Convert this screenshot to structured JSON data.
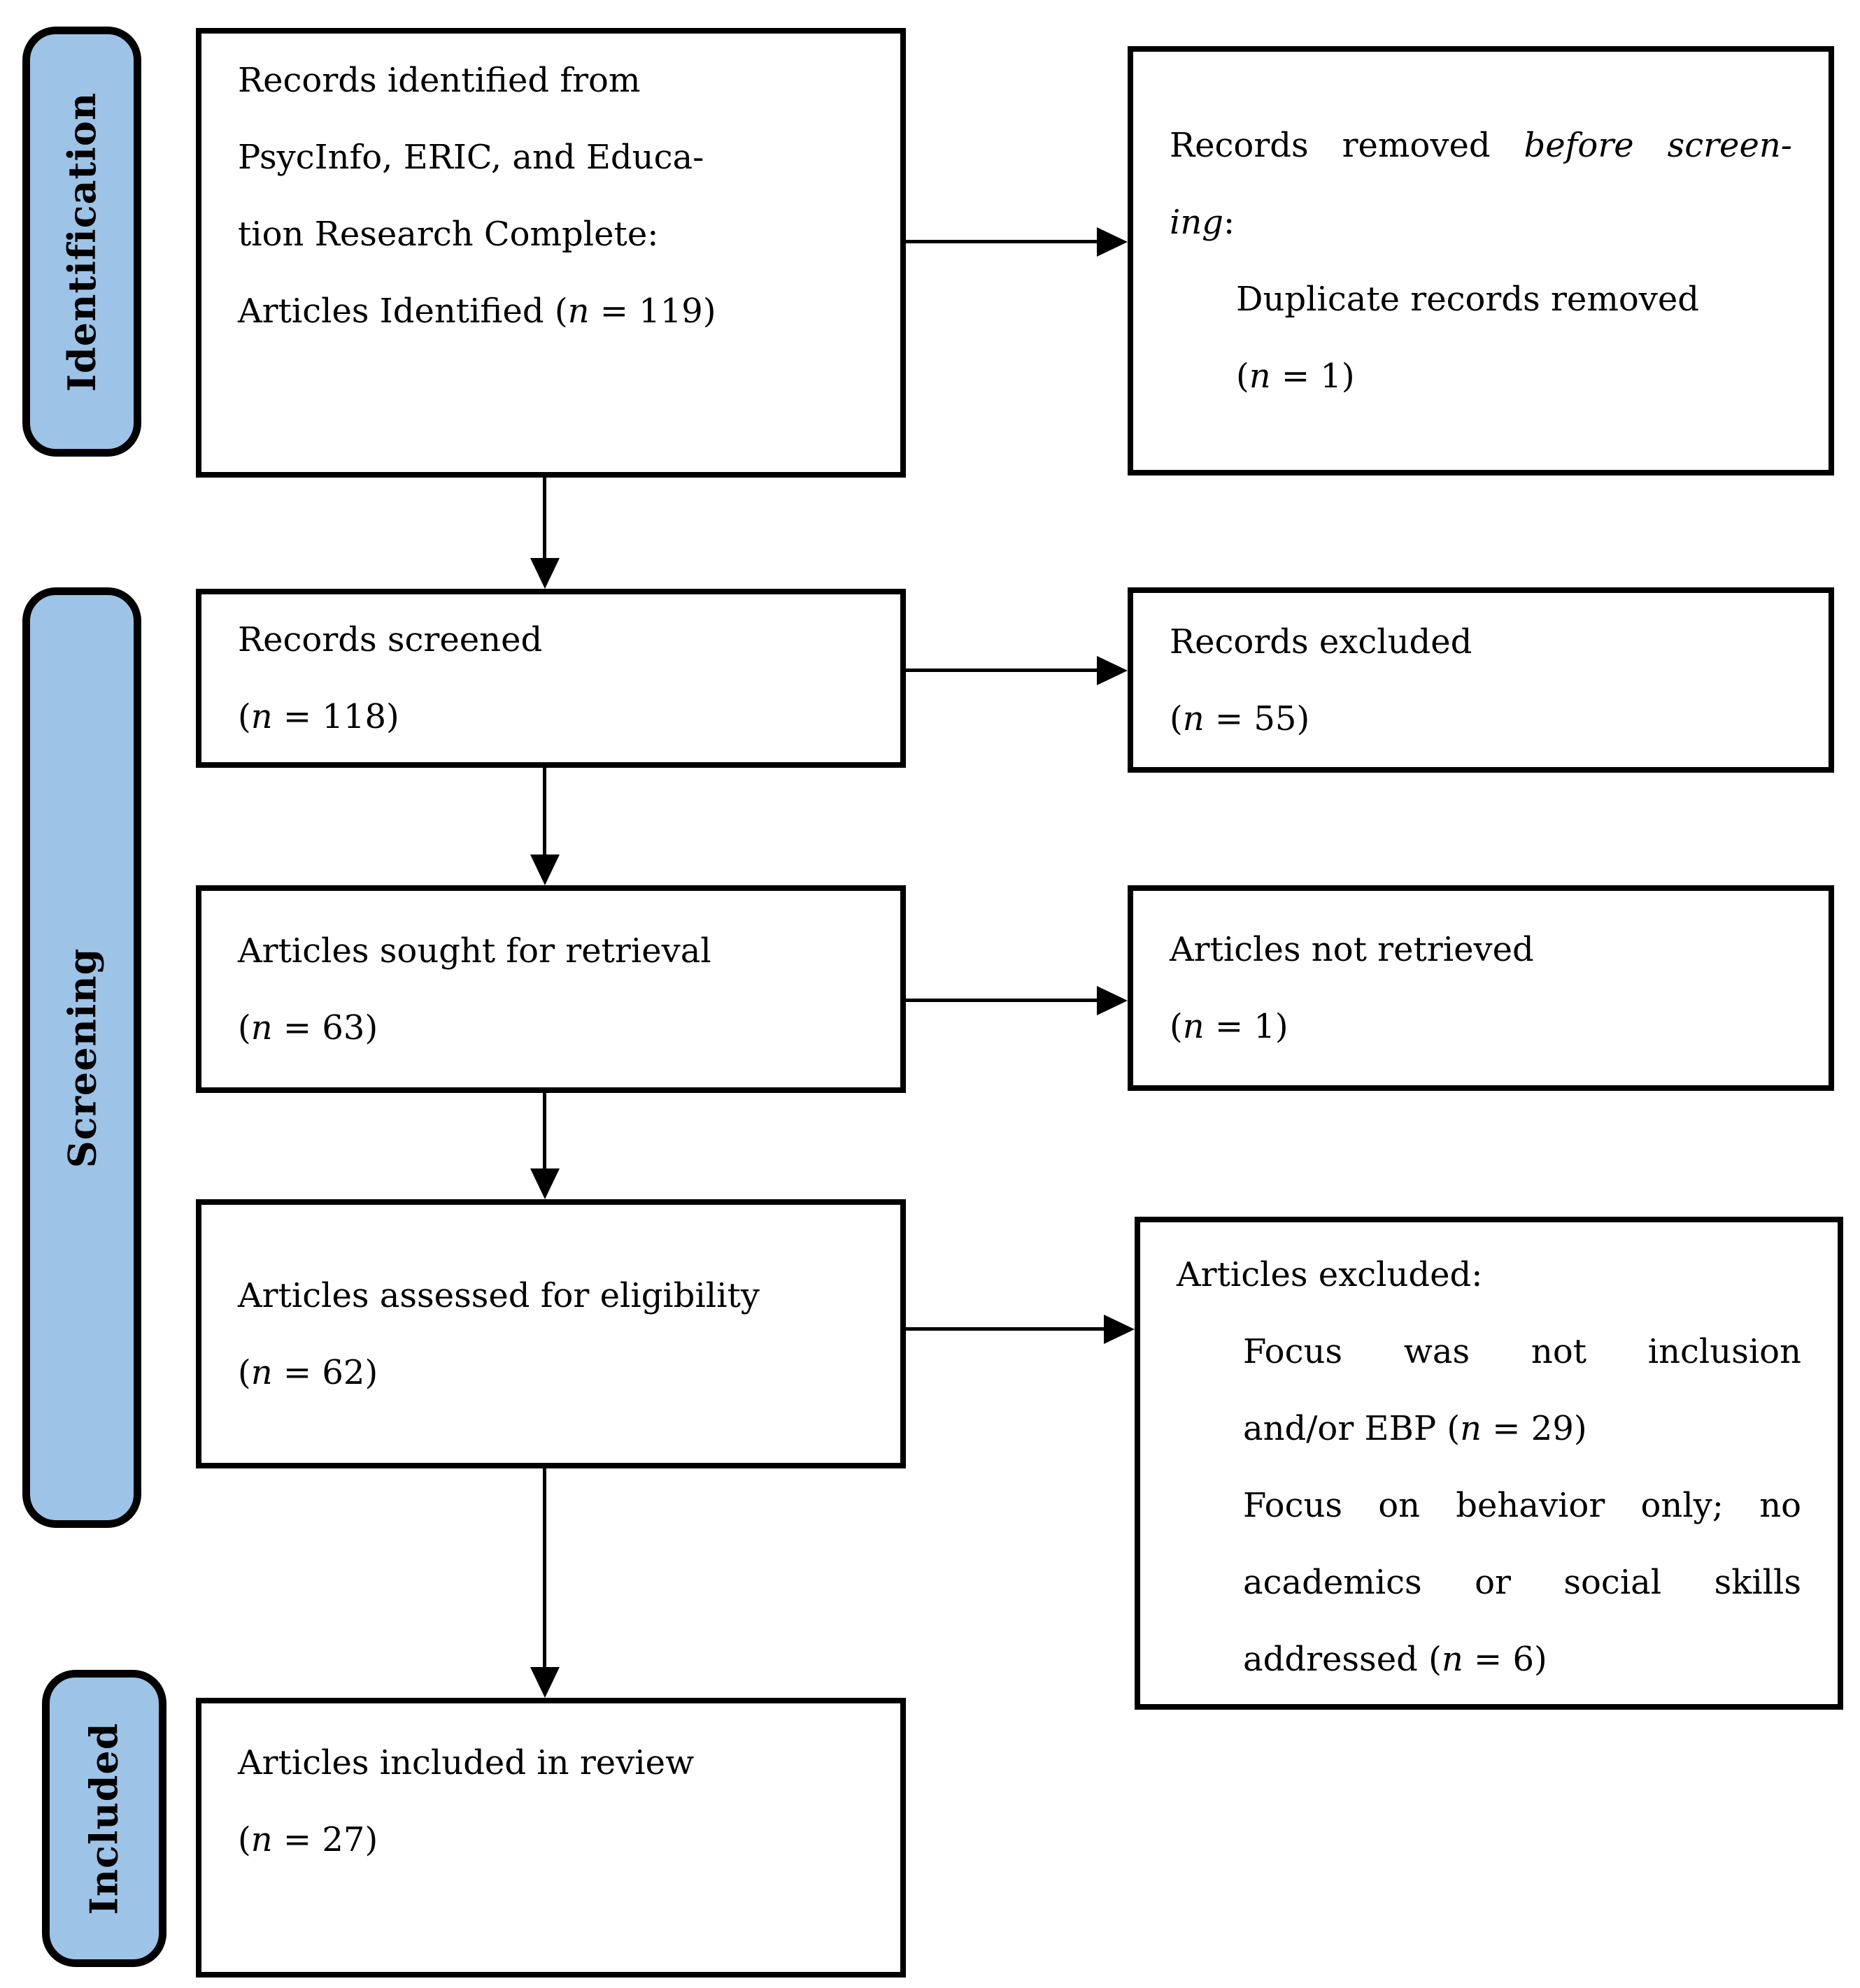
{
  "figure": {
    "stages": [
      {
        "id": "identification",
        "label": "Identification"
      },
      {
        "id": "screening",
        "label": "Screening"
      },
      {
        "id": "included",
        "label": "Included"
      }
    ],
    "boxes": {
      "identified": {
        "line1": "Records identified from",
        "line2": "PsycInfo, ERIC, and Educa-",
        "line3": "tion Research Complete:",
        "line4_prefix": "Articles Identified (",
        "line4_n": "n",
        "line4_suffix": " = 119)"
      },
      "removed_before_screening": {
        "line1_regular": "Records removed ",
        "line1_italic": "before screen-",
        "line2_italic": "ing",
        "line2_regular": ":",
        "reason": "Duplicate records removed",
        "n_prefix": "(",
        "n": "n",
        "n_suffix": " = 1)"
      },
      "screened": {
        "title": "Records screened",
        "n_prefix": "(",
        "n": "n",
        "n_suffix": " = 118)"
      },
      "records_excluded": {
        "title": "Records excluded",
        "n_prefix": "(",
        "n": "n",
        "n_suffix": " = 55)"
      },
      "sought": {
        "title": "Articles sought for retrieval",
        "n_prefix": "(",
        "n": "n",
        "n_suffix": " = 63)"
      },
      "not_retrieved": {
        "title": "Articles not retrieved",
        "n_prefix": "(",
        "n": "n",
        "n_suffix": " = 1)"
      },
      "assessed": {
        "title": "Articles assessed for eligibility",
        "n_prefix": "(",
        "n": "n",
        "n_suffix": " = 62)"
      },
      "articles_excluded": {
        "title": "Articles excluded:",
        "r1_line1": "Focus was not inclusion",
        "r1_line2_prefix": "and/or EBP (",
        "r1_line2_n": "n",
        "r1_line2_suffix": " = 29)",
        "r2_line1": "Focus on behavior only; no",
        "r2_line2": "academics or social skills",
        "r2_line3_prefix": "addressed (",
        "r2_line3_n": "n",
        "r2_line3_suffix": " = 6)"
      },
      "included_in_review": {
        "title": "Articles included in review",
        "n_prefix": "(",
        "n": "n",
        "n_suffix": " = 27)"
      }
    },
    "colors": {
      "stage_fill": "#9dc3e6",
      "box_fill": "#ffffff",
      "border": "#000000",
      "background": "#ffffff"
    }
  }
}
